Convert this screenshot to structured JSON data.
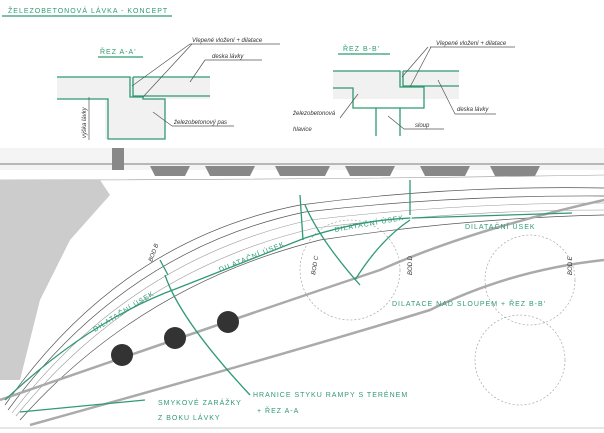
{
  "title": "ŽELEZOBETONOVÁ LÁVKA - KONCEPT",
  "section_a": {
    "title": "ŘEZ A-A'",
    "labels": {
      "joint": "Vlepené vložení + dilatace",
      "deck": "deska lávky",
      "strip": "železobetonový pas",
      "height": "výška lávky"
    }
  },
  "section_b": {
    "title": "ŘEZ B-B'",
    "labels": {
      "joint": "Vlepené vložení + dilatace",
      "deck": "deska lávky",
      "head_1": "železobetonová",
      "head_2": "hlavice",
      "column": "sloup"
    }
  },
  "plan": {
    "segments": [
      "DILATAČNÍ ÚSEK",
      "DILATAČNÍ ÚSEK",
      "DILATAČNÍ ÚSEK",
      "DILATAČNÍ ÚSEK"
    ],
    "points": [
      "BOD B",
      "BOD C",
      "BOD D",
      "BOD E"
    ],
    "note_column_1": "DILATACE NAD SLOUPEM + ŘEZ B-B'",
    "note_ramp_1": "HRANICE STYKU RAMPY S TERÉNEM",
    "note_ramp_2": "+ ŘEZ A-A",
    "note_stops_1": "SMYKOVÉ ZARÁŽKY",
    "note_stops_2": "Z BOKU LÁVKY"
  },
  "colors": {
    "accent": "#2f9a72"
  }
}
